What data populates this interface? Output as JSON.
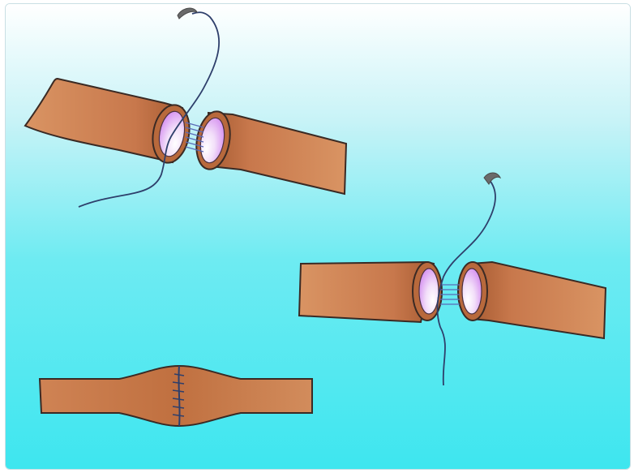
{
  "figure": {
    "description_text": "",
    "colors": {
      "background_top": "#ffffff",
      "background_bottom": "#3ee6ef",
      "vessel_light": "#d99463",
      "vessel_mid": "#c8784c",
      "vessel_dark": "#a65b32",
      "vessel_outline": "#3a2a24",
      "lumen_light": "#ffffff",
      "lumen_pink": "#d58ff0",
      "suture": "#2e3f6b",
      "needle": "#6a6a6a"
    },
    "panels": [
      {
        "name": "first-step",
        "icon": "vessel-pair-icon"
      },
      {
        "name": "second-step",
        "icon": "vessel-pair-icon"
      },
      {
        "name": "completed-anastomosis",
        "icon": "sutured-vessel-icon"
      }
    ]
  }
}
